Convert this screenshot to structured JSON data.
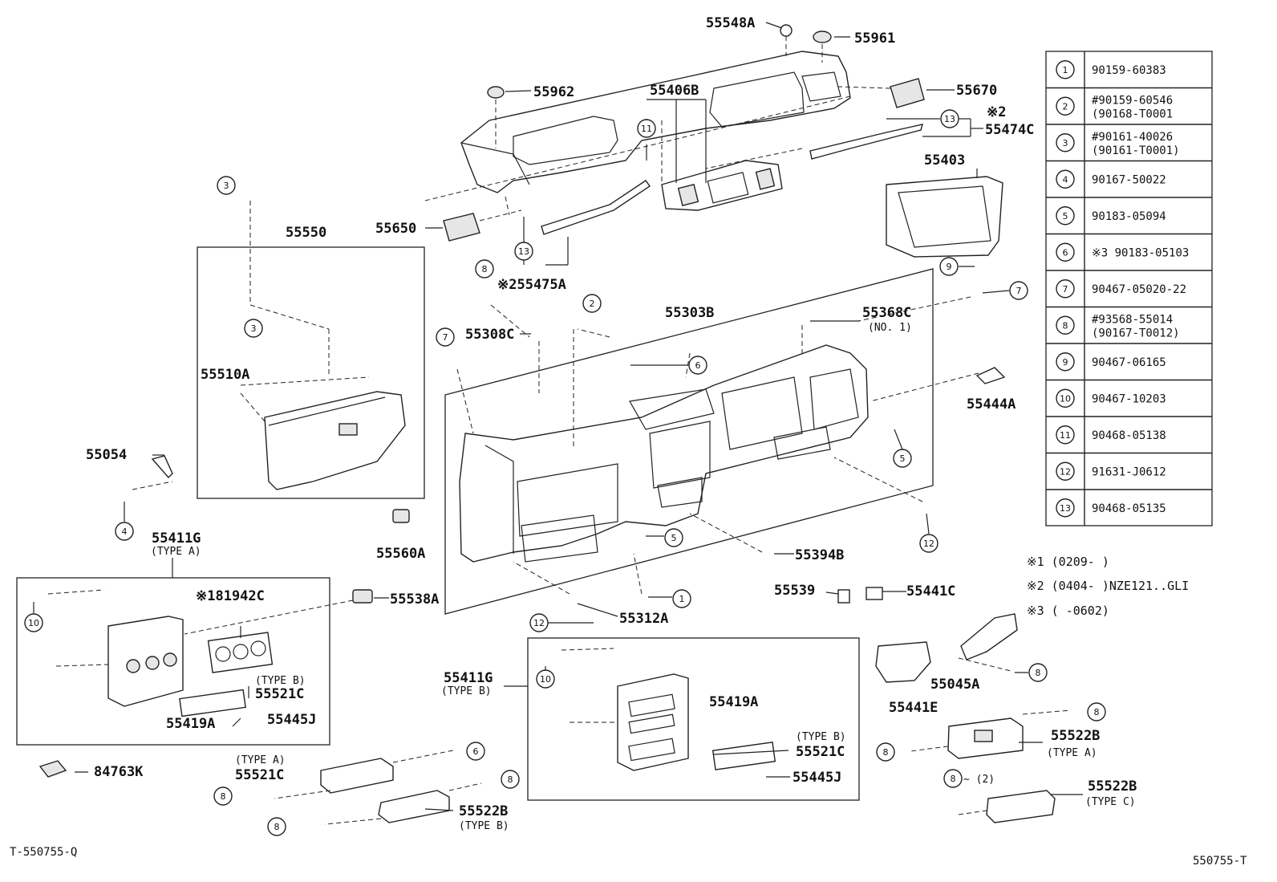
{
  "labels": {
    "p55548A": "55548A",
    "p55961": "55961",
    "p55962": "55962",
    "p55406B": "55406B",
    "p55670": "55670",
    "p55474C": "55474C",
    "note2a": "※2",
    "p55403": "55403",
    "p55550": "55550",
    "p55650": "55650",
    "p55475A": "※255475A",
    "p55303B": "55303B",
    "p55368C": "55368C",
    "no1": "(NO. 1)",
    "p55308C": "55308C",
    "p55510A": "55510A",
    "p55444A": "55444A",
    "p55054": "55054",
    "p55411G_a": "55411G",
    "type_a_1": "(TYPE A)",
    "p81942C": "※181942C",
    "p55538A": "55538A",
    "p55560A": "55560A",
    "p55394B": "55394B",
    "p55539": "55539",
    "p55441C": "55441C",
    "p55312A": "55312A",
    "p55521C_b1": "55521C",
    "type_b_1": "(TYPE B)",
    "p55419A_1": "55419A",
    "p55445J_1": "55445J",
    "p55411G_b": "55411G",
    "type_b_2": "(TYPE B)",
    "p55419A_2": "55419A",
    "type_b_3": "(TYPE B)",
    "p55521C_b2": "55521C",
    "p55445J_2": "55445J",
    "p55045A": "55045A",
    "p55441E": "55441E",
    "p55522B_a": "55522B",
    "type_a_2": "(TYPE A)",
    "p84763K": "84763K",
    "type_a_3": "(TYPE A)",
    "p55521C_a": "55521C",
    "p55522B_b": "55522B",
    "type_b_4": "(TYPE B)",
    "p55522B_c": "55522B",
    "type_c": "(TYPE C)",
    "qty2": "~ (2)"
  },
  "notes": {
    "n1": "※1 (0209-      )",
    "n2": "※2 (0404-      )NZE121..GLI",
    "n3": "※3 (      -0602)"
  },
  "footer": {
    "left": "T-550755-Q",
    "right": "550755-T"
  },
  "table": {
    "rows": [
      {
        "num": "1",
        "part": "90159-60383",
        "alt": ""
      },
      {
        "num": "2",
        "part": "#90159-60546",
        "alt": "(90168-T0001"
      },
      {
        "num": "3",
        "part": "#90161-40026",
        "alt": "(90161-T0001)"
      },
      {
        "num": "4",
        "part": "90167-50022",
        "alt": ""
      },
      {
        "num": "5",
        "part": "90183-05094",
        "alt": ""
      },
      {
        "num": "6",
        "part": "※3 90183-05103",
        "alt": ""
      },
      {
        "num": "7",
        "part": "90467-05020-22",
        "alt": ""
      },
      {
        "num": "8",
        "part": "#93568-55014",
        "alt": "(90167-T0012)"
      },
      {
        "num": "9",
        "part": "90467-06165",
        "alt": ""
      },
      {
        "num": "10",
        "part": "90467-10203",
        "alt": ""
      },
      {
        "num": "11",
        "part": "90468-05138",
        "alt": ""
      },
      {
        "num": "12",
        "part": "91631-J0612",
        "alt": ""
      },
      {
        "num": "13",
        "part": "90468-05135",
        "alt": ""
      }
    ]
  },
  "callouts": {
    "c3a": "3",
    "c3b": "3",
    "c4": "4",
    "c8a": "8",
    "c2": "2",
    "c7a": "7",
    "c6": "6",
    "c5a": "5",
    "c5b": "5",
    "c1": "1",
    "c12a": "12",
    "c12b": "12",
    "c13a": "13",
    "c13b": "13",
    "c11": "11",
    "c9": "9",
    "c7b": "7",
    "c10a": "10",
    "c10b": "10",
    "c8b": "8",
    "c8c": "8",
    "c8d": "8",
    "c8e": "8",
    "c8f": "8",
    "c8g": "8",
    "c8h": "8",
    "c6b": "6"
  }
}
